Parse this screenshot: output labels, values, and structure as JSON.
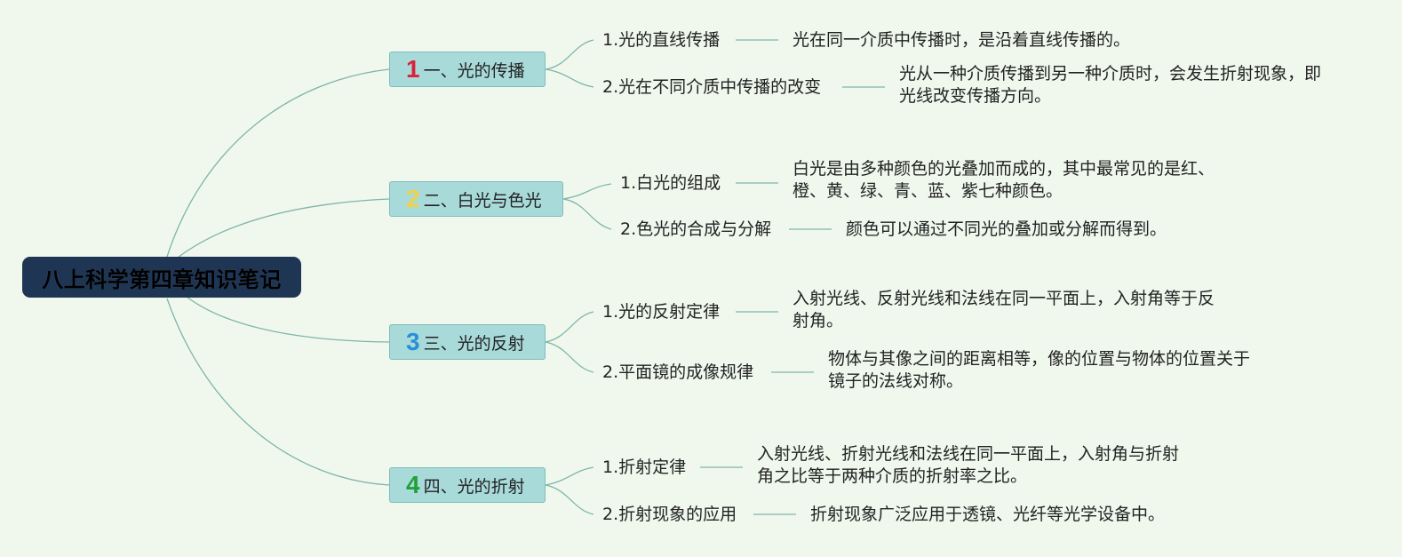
{
  "root": {
    "title": "八上科学第四章知识笔记"
  },
  "colors": {
    "num1": "#d8233a",
    "num2": "#f0d24a",
    "num3": "#2a8fd9",
    "num4": "#22a13b"
  },
  "topics": [
    {
      "num": "1",
      "label": "一、光的传播",
      "subs": [
        {
          "label": "1.光的直线传播",
          "lines": [
            "光在同一介质中传播时，是沿着直线传播的。"
          ]
        },
        {
          "label": "2.光在不同介质中传播的改变",
          "lines": [
            "光从一种介质传播到另一种介质时，会发生折射现象，即",
            "光线改变传播方向。"
          ]
        }
      ]
    },
    {
      "num": "2",
      "label": "二、白光与色光",
      "subs": [
        {
          "label": "1.白光的组成",
          "lines": [
            "白光是由多种颜色的光叠加而成的，其中最常见的是红、",
            "橙、黄、绿、青、蓝、紫七种颜色。"
          ]
        },
        {
          "label": "2.色光的合成与分解",
          "lines": [
            "颜色可以通过不同光的叠加或分解而得到。"
          ]
        }
      ]
    },
    {
      "num": "3",
      "label": "三、光的反射",
      "subs": [
        {
          "label": "1.光的反射定律",
          "lines": [
            "入射光线、反射光线和法线在同一平面上，入射角等于反",
            "射角。"
          ]
        },
        {
          "label": "2.平面镜的成像规律",
          "lines": [
            "物体与其像之间的距离相等，像的位置与物体的位置关于",
            "镜子的法线对称。"
          ]
        }
      ]
    },
    {
      "num": "4",
      "label": "四、光的折射",
      "subs": [
        {
          "label": "1.折射定律",
          "lines": [
            "入射光线、折射光线和法线在同一平面上，入射角与折射",
            "角之比等于两种介质的折射率之比。"
          ]
        },
        {
          "label": "2.折射现象的应用",
          "lines": [
            "折射现象广泛应用于透镜、光纤等光学设备中。"
          ]
        }
      ]
    }
  ]
}
